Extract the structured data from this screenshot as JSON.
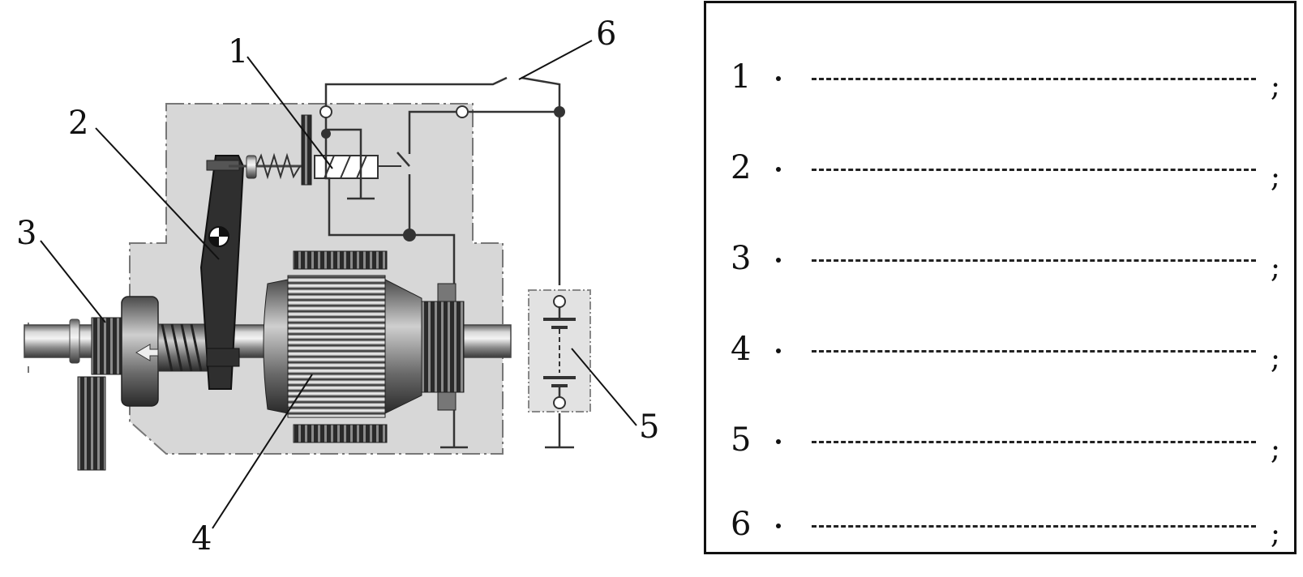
{
  "diagram": {
    "callouts": [
      "1",
      "2",
      "3",
      "4",
      "5",
      "6"
    ],
    "icons": [
      "starter-motor-schematic",
      "solenoid-icon",
      "battery-icon",
      "gear-icon"
    ]
  },
  "answers": {
    "rows": [
      {
        "number": "1",
        "separator": "."
      },
      {
        "number": "2",
        "separator": "."
      },
      {
        "number": "3",
        "separator": "."
      },
      {
        "number": "4",
        "separator": "."
      },
      {
        "number": "5",
        "separator": "."
      },
      {
        "number": "6",
        "separator": "."
      }
    ],
    "terminator": ";"
  }
}
